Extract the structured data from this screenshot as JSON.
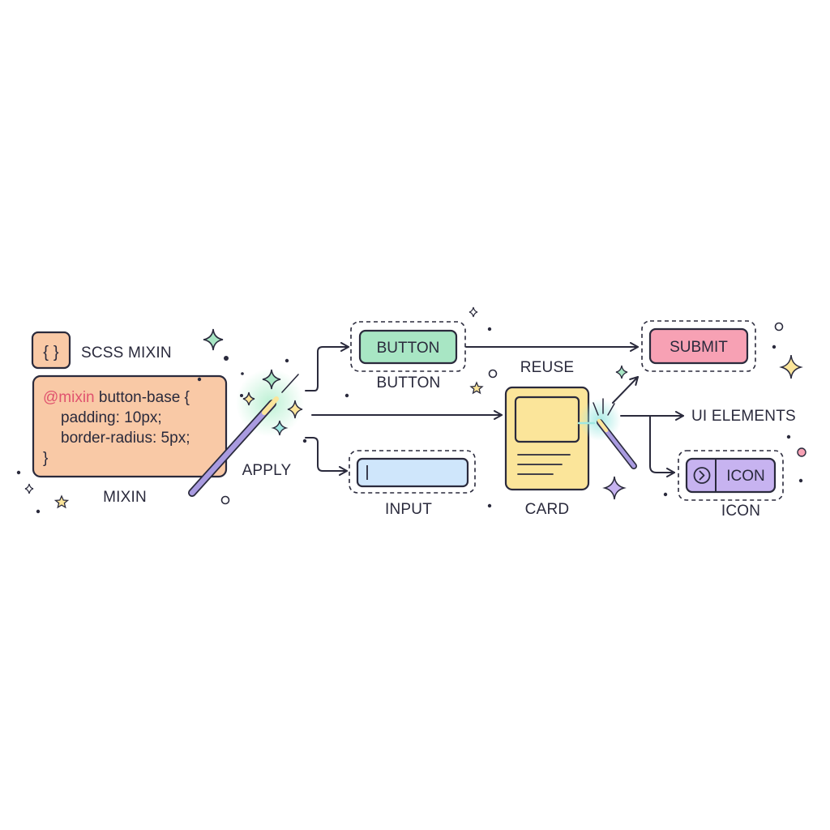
{
  "colors": {
    "ink": "#2a2a3c",
    "mixin_fill": "#f9c9a6",
    "button_fill": "#a8e6c4",
    "input_fill": "#cfe6fb",
    "submit_fill": "#f7a1b4",
    "card_fill": "#fbe59a",
    "icon_fill": "#c7b3f0",
    "wand": "#a99be0",
    "keyword": "#e0526e"
  },
  "header": {
    "icon_glyph": "{ }",
    "title": "SCSS MIXIN"
  },
  "mixin_code": {
    "keyword": "@mixin",
    "line1_rest": " button-base {",
    "line2": "padding: 10px;",
    "line3": "border-radius: 5px;",
    "line4": "}"
  },
  "labels": {
    "mixin": "MIXIN",
    "apply": "APPLY",
    "button_inner": "BUTTON",
    "button_caption": "BUTTON",
    "input_caption": "INPUT",
    "reuse": "REUSE",
    "card_caption": "CARD",
    "submit_inner": "SUBMIT",
    "ui_elements": "UI ELEMENTS",
    "icon_inner": "ICON",
    "icon_caption": "ICON"
  },
  "icons": {
    "code_braces": "code-braces-icon",
    "magic_wand": "magic-wand-icon",
    "sparkle": "sparkle-icon",
    "star": "star-icon",
    "chevron_circle": "chevron-right-circle-icon"
  }
}
